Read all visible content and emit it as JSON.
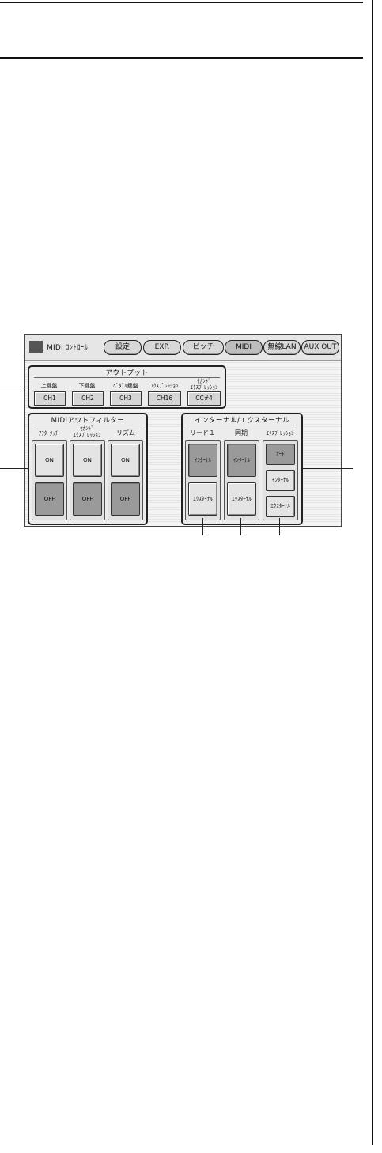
{
  "screen": {
    "title": "MIDI ｺﾝﾄﾛｰﾙ",
    "tabs": [
      {
        "label": "設定",
        "active": false
      },
      {
        "label": "EXP.",
        "active": false
      },
      {
        "label": "ピッチ",
        "active": false
      },
      {
        "label": "MIDI",
        "active": true
      },
      {
        "label": "無線LAN",
        "active": false
      },
      {
        "label": "AUX OUT",
        "active": false
      }
    ]
  },
  "output_panel": {
    "title": "アウトプット",
    "columns": [
      {
        "label": "上鍵盤",
        "value": "CH1"
      },
      {
        "label": "下鍵盤",
        "value": "CH2"
      },
      {
        "label": "ﾍﾟﾀﾞﾙ鍵盤",
        "value": "CH3"
      },
      {
        "label": "ｴｸｽﾌﾟﾚｯｼｮﾝ",
        "value": "CH16"
      },
      {
        "label": "ｾｶﾝﾄﾞ\nｴｸｽﾌﾟﾚｯｼｮﾝ",
        "value": "CC#4"
      }
    ]
  },
  "filter_panel": {
    "title": "MIDIアウトフィルター",
    "columns": [
      {
        "label": "ｱﾌﾀｰﾀｯﾁ",
        "on": "ON",
        "off": "OFF",
        "state": "off"
      },
      {
        "label": "ｾｶﾝﾄﾞ\nｴｸｽﾌﾟﾚｯｼｮﾝ",
        "on": "ON",
        "off": "OFF",
        "state": "off"
      },
      {
        "label": "リズム",
        "on": "ON",
        "off": "OFF",
        "state": "off"
      }
    ]
  },
  "internal_panel": {
    "title": "インターナル/エクスターナル",
    "columns": [
      {
        "label": "リード１",
        "buttons": [
          "ｲﾝﾀｰﾅﾙ",
          "ｴｸｽﾀｰﾅﾙ"
        ],
        "selected": 0
      },
      {
        "label": "同期",
        "buttons": [
          "ｲﾝﾀｰﾅﾙ",
          "ｴｸｽﾀｰﾅﾙ"
        ],
        "selected": 0
      },
      {
        "label": "ｴｸｽﾌﾟﾚｯｼｮﾝ",
        "buttons": [
          "ｵｰﾄ",
          "ｲﾝﾀｰﾅﾙ",
          "ｴｸｽﾀｰﾅﾙ"
        ],
        "selected": 0
      }
    ]
  }
}
